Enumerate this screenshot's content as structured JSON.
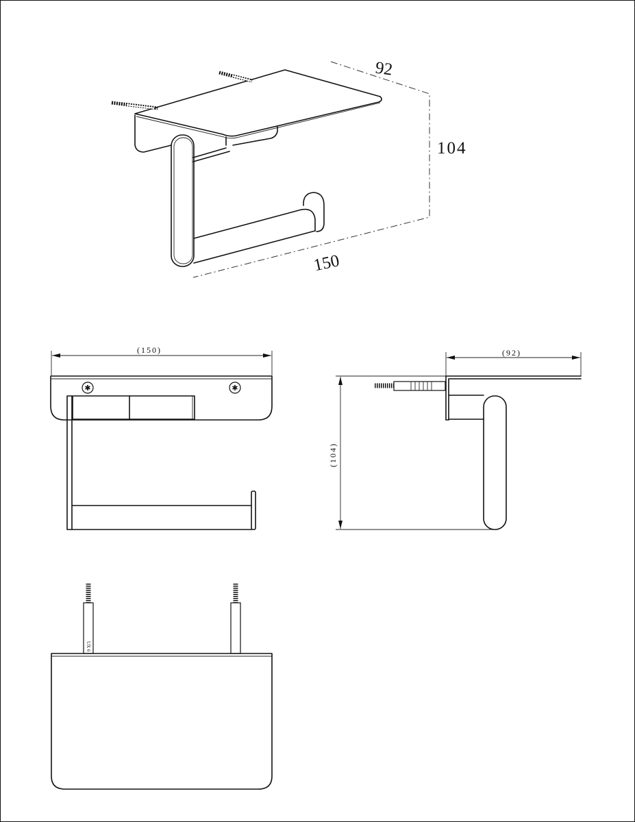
{
  "drawing": {
    "iso_view": {
      "depth_label": "92",
      "height_label": "104",
      "width_label": "150"
    },
    "front_view": {
      "width_label": "(150)"
    },
    "side_view": {
      "depth_label": "(92)",
      "height_label": "(104)"
    },
    "top_view": {
      "dowel_marking": "UX 6"
    }
  },
  "colors": {
    "line": "#111111",
    "background": "#ffffff"
  }
}
